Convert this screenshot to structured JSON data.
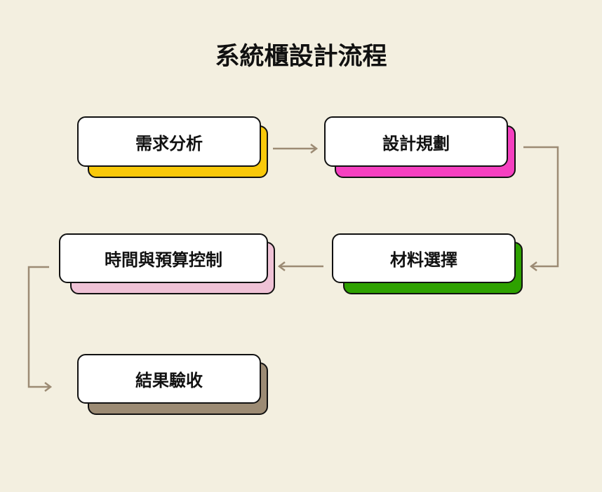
{
  "title": "系統櫃設計流程",
  "steps": [
    {
      "label": "需求分析",
      "color": "#f9c90a"
    },
    {
      "label": "設計規劃",
      "color": "#f540c0"
    },
    {
      "label": "材料選擇",
      "color": "#2ea100"
    },
    {
      "label": "時間與預算控制",
      "color": "#efc2d6"
    },
    {
      "label": "結果驗收",
      "color": "#9c8b74"
    }
  ],
  "connector_color": "#9c8b74"
}
